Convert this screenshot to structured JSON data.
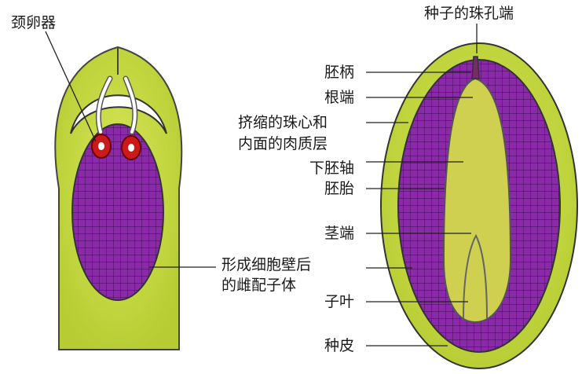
{
  "labels": {
    "archegonium_neck": "颈卵器",
    "micropylar_end": "种子的珠孔端",
    "suspensor": "胚柄",
    "radicle_tip": "根端",
    "nucellus_line1": "挤缩的珠心和",
    "nucellus_line2": "内面的肉质层",
    "hypocotyl": "下胚轴",
    "embryo": "胚胎",
    "shoot_tip": "茎端",
    "gametophyte_line1": "形成细胞壁后",
    "gametophyte_line2": "的雌配子体",
    "cotyledon": "子叶",
    "seed_coat": "种皮"
  },
  "colors": {
    "integument": "#c8dc3c",
    "gametophyte": "#8a2aa8",
    "embryo": "#cfd050",
    "egg": "#cc1a1a",
    "leader": "#222222"
  }
}
